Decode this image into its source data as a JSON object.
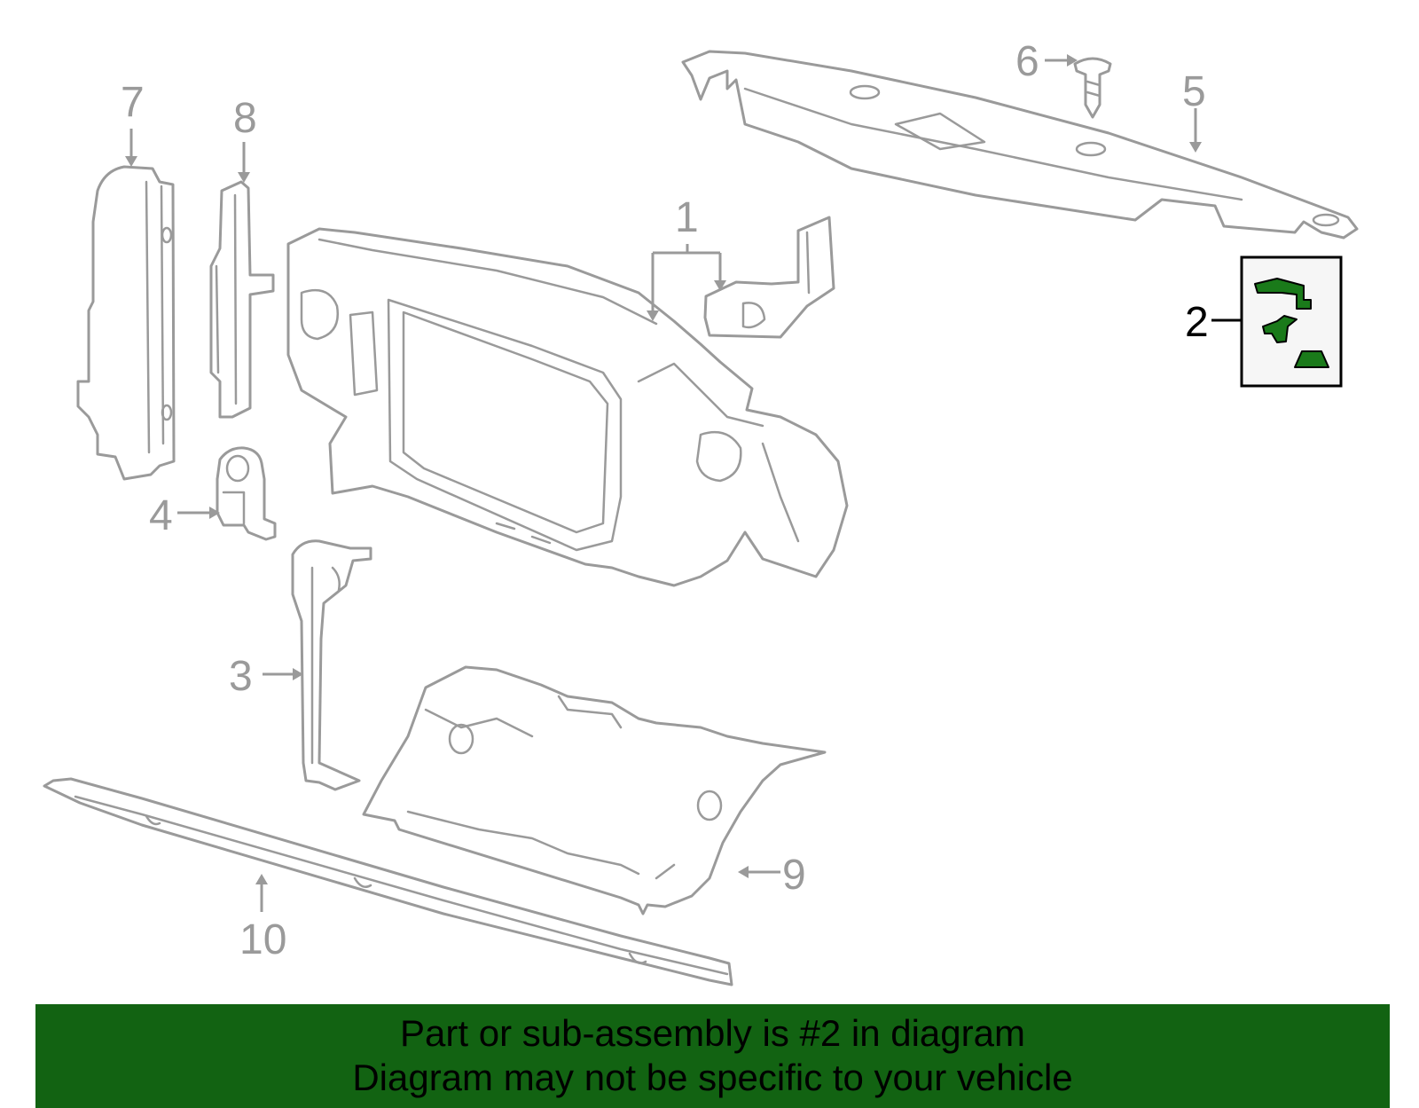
{
  "diagram": {
    "callouts": [
      {
        "id": "1",
        "label": "1"
      },
      {
        "id": "2",
        "label": "2",
        "highlighted": true
      },
      {
        "id": "3",
        "label": "3"
      },
      {
        "id": "4",
        "label": "4"
      },
      {
        "id": "5",
        "label": "5"
      },
      {
        "id": "6",
        "label": "6"
      },
      {
        "id": "7",
        "label": "7"
      },
      {
        "id": "8",
        "label": "8"
      },
      {
        "id": "9",
        "label": "9"
      },
      {
        "id": "10",
        "label": "10"
      }
    ],
    "line_color": "#9a9a9a",
    "highlight_color": "#1a7a1a"
  },
  "banner": {
    "line1": "Part or sub-assembly is #2 in diagram",
    "line2": "Diagram may not be specific to your vehicle",
    "background": "#126312"
  }
}
